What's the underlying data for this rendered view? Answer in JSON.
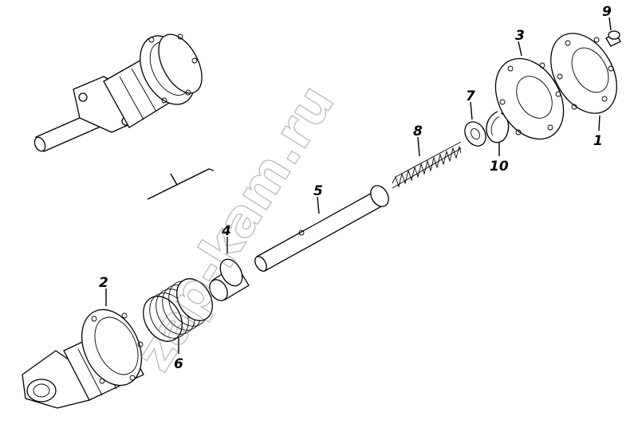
{
  "diagram": {
    "callouts": [
      {
        "id": "c1",
        "text": "1"
      },
      {
        "id": "c2",
        "text": "2"
      },
      {
        "id": "c3",
        "text": "3"
      },
      {
        "id": "c4",
        "text": "4"
      },
      {
        "id": "c5",
        "text": "5"
      },
      {
        "id": "c6",
        "text": "6"
      },
      {
        "id": "c7",
        "text": "7"
      },
      {
        "id": "c8",
        "text": "8"
      },
      {
        "id": "c9",
        "text": "9"
      },
      {
        "id": "c10",
        "text": "10"
      }
    ],
    "watermark": "zap-kam.ru"
  }
}
